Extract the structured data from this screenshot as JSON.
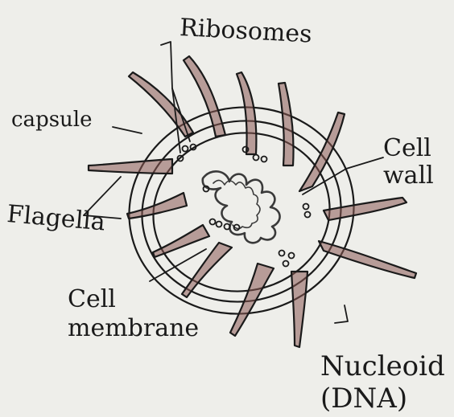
{
  "labels": {
    "ribosomes": "Ribosomes",
    "capsule": "capsule",
    "cell_wall_line1": "Cell",
    "cell_wall_line2": "wall",
    "flagella": "Flagella",
    "cell_membrane_line1": "Cell",
    "cell_membrane_line2": "membrane",
    "nucleoid_line1": "Nucleoid",
    "nucleoid_line2": "(DNA)"
  },
  "colors": {
    "background": "#eeeeea",
    "ink": "#1a1a1a",
    "flagella_fill": "#8a5a54",
    "dna_fill": "#3a3a3a"
  }
}
